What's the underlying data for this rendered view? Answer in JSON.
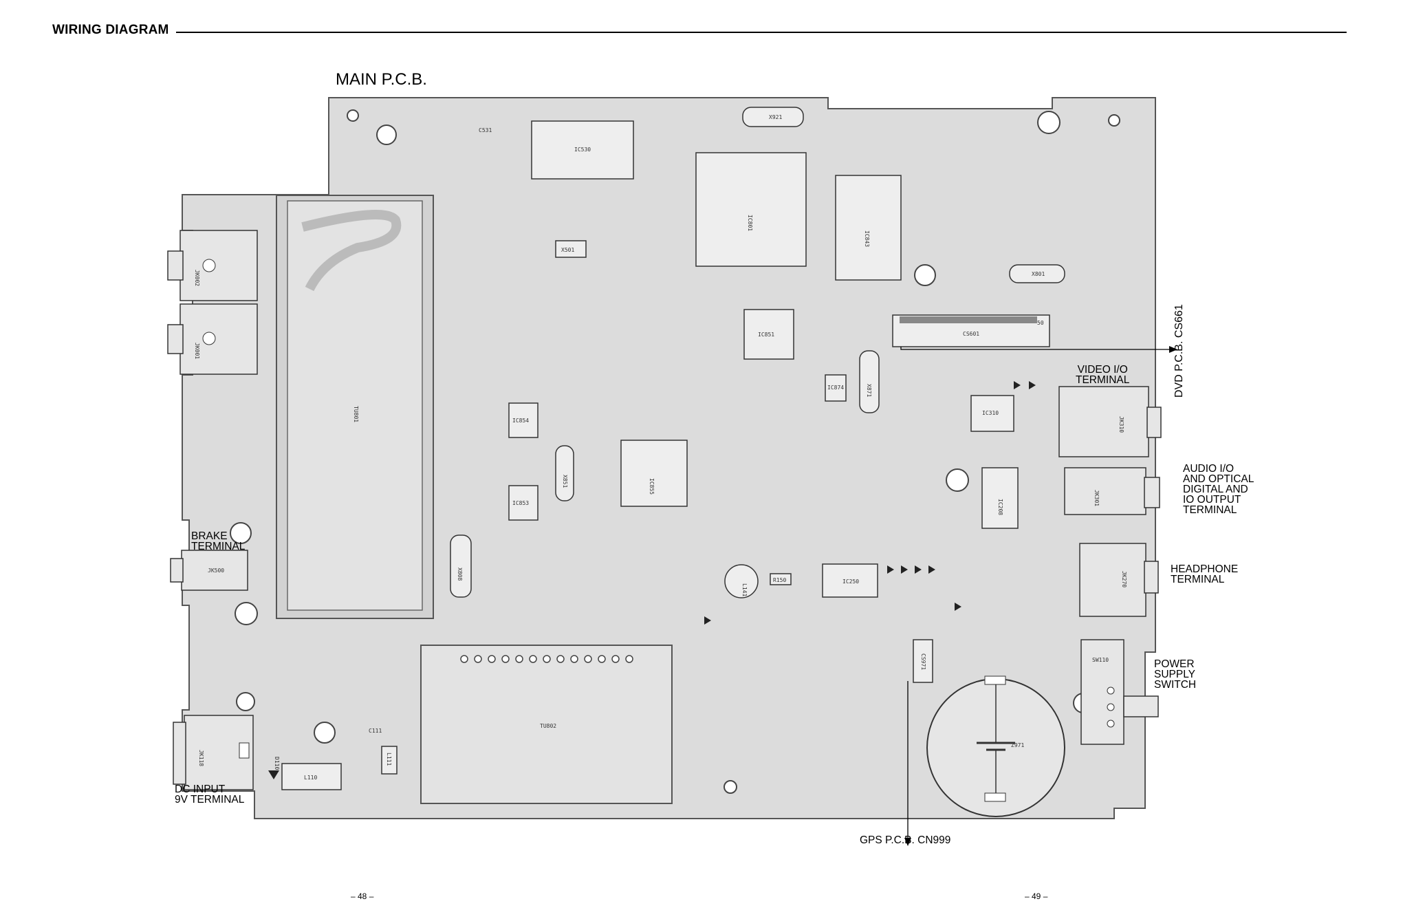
{
  "header": {
    "title": "WIRING DIAGRAM"
  },
  "board": {
    "title": "MAIN P.C.B."
  },
  "callouts": {
    "brake_terminal": [
      "BRAKE",
      "TERMINAL"
    ],
    "dc_input": [
      "DC INPUT",
      "9V TERMINAL"
    ],
    "video_io": [
      "VIDEO I/O",
      "TERMINAL"
    ],
    "audio_io": [
      "AUDIO I/O",
      "AND OPTICAL",
      "DIGITAL AND",
      "IO OUTPUT",
      "TERMINAL"
    ],
    "headphone": [
      "HEADPHONE",
      "TERMINAL"
    ],
    "power_switch": [
      "POWER",
      "SUPPLY",
      "SWITCH"
    ],
    "gps": "GPS P.C.B. CN999",
    "dvd": "DVD P.C.B. CS661"
  },
  "components": {
    "ic530": "IC530",
    "ic801": "IC801",
    "ic843": "IC843",
    "ic851": "IC851",
    "ic855": "IC855",
    "ic854": "IC854",
    "ic853": "IC853",
    "ic310": "IC310",
    "ic250": "IC250",
    "ic208": "IC208",
    "ic874": "IC874",
    "tu801": "TU801",
    "tu802": "TU802",
    "x921": "X921",
    "x801": "X801",
    "x501": "X501",
    "x851": "X851",
    "x871": "X871",
    "x808": "X808",
    "cs601": "CS601",
    "cs601_pin": "50",
    "jk002": "JK002",
    "jk001": "JK001",
    "jk500": "JK500",
    "jk118": "JK118",
    "jk310": "JK310",
    "jk301": "JK301",
    "jk270": "JK270",
    "sw110": "SW110",
    "z971": "Z971",
    "l110": "L110",
    "l141": "L141",
    "r150": "R150",
    "d110": "D110",
    "l111": "L111",
    "c111": "C111",
    "c531": "C531",
    "cs971": "CS971"
  },
  "page_numbers": {
    "left": "– 48 –",
    "right": "– 49 –"
  }
}
